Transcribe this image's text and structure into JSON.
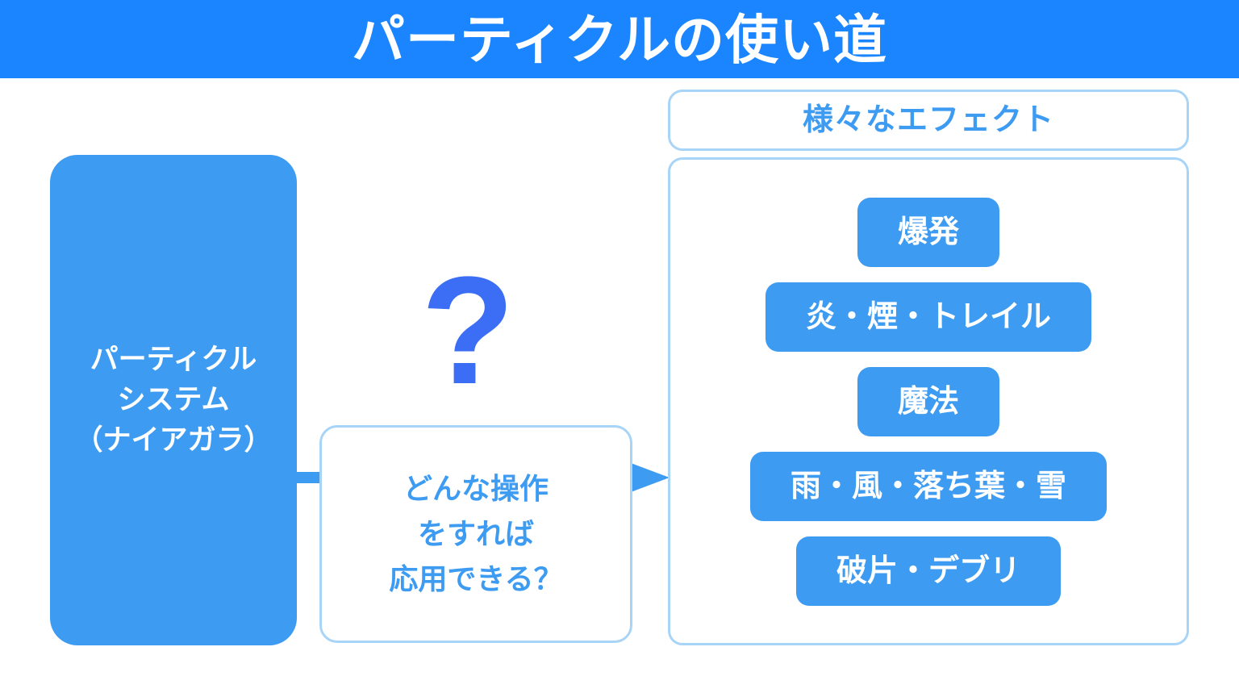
{
  "header": {
    "title": "パーティクルの使い道",
    "bg_color": "#1a85ff",
    "text_color": "#ffffff"
  },
  "theme": {
    "accent_blue": "#3d9bf2",
    "header_blue": "#1a85ff",
    "border_blue": "#a8d4f8",
    "question_blue": "#3b6ef5",
    "white": "#ffffff"
  },
  "source": {
    "label": "パーティクル\nシステム\n（ナイアガラ）",
    "lines": [
      "パーティクル",
      "システム",
      "（ナイアガラ）"
    ]
  },
  "connector": {
    "question_mark": "?",
    "arrow_icon": "arrow-right-icon"
  },
  "question": {
    "label": "どんな操作\nをすれば\n応用できる？",
    "lines": [
      "どんな操作",
      "をすれば",
      "応用できる？"
    ]
  },
  "effects": {
    "header": "様々なエフェクト",
    "items": [
      {
        "label": "爆発"
      },
      {
        "label": "炎・煙・トレイル"
      },
      {
        "label": "魔法"
      },
      {
        "label": "雨・風・落ち葉・雪"
      },
      {
        "label": "破片・デブリ"
      }
    ]
  }
}
